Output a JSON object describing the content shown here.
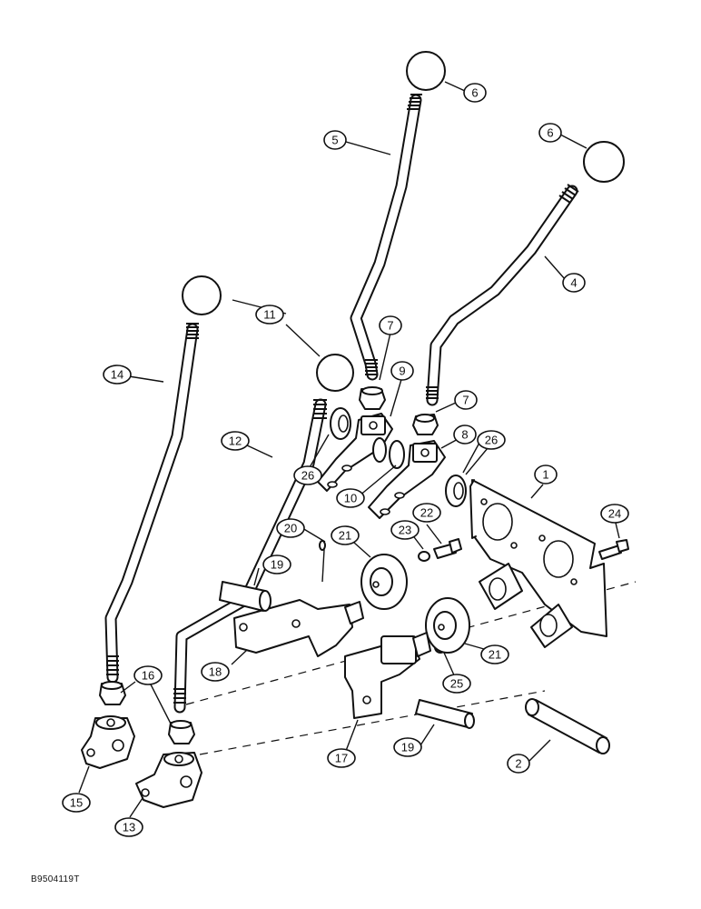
{
  "diagram": {
    "figure_code": "B9504119T",
    "callouts": [
      "1",
      "2",
      "4",
      "5",
      "6",
      "6",
      "7",
      "7",
      "8",
      "9",
      "10",
      "11",
      "12",
      "13",
      "14",
      "15",
      "16",
      "17",
      "18",
      "19",
      "19",
      "20",
      "21",
      "21",
      "22",
      "23",
      "24",
      "25",
      "26",
      "26"
    ]
  }
}
